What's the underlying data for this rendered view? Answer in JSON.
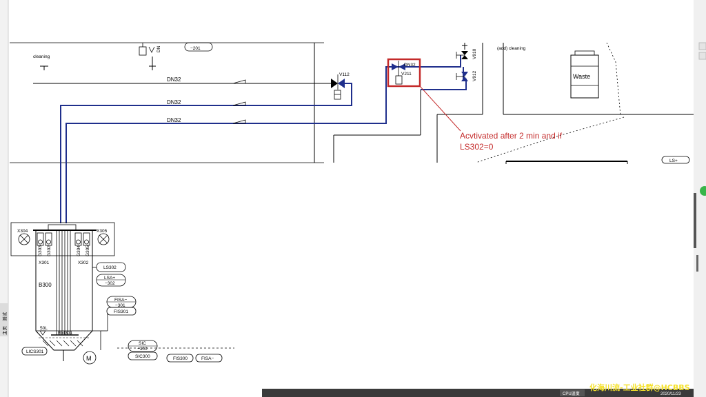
{
  "pipes": {
    "dn_top": "DN32",
    "dn_mid": "DN32",
    "dn_bot": "DN32",
    "dn_right": "DN32"
  },
  "valves": {
    "v112": "V112",
    "v211": "V211",
    "v910": "V910",
    "v912": "V912",
    "dn_small": "DN"
  },
  "labels": {
    "cleaning_left": "cleaning",
    "add_cleaning": "(add) cleaning",
    "waste": "Waste",
    "tag_201": "−201",
    "lsplus_right": "LS+"
  },
  "annotation": {
    "line1": "Acvtivated after 2 min and if",
    "line2": "LS302=0"
  },
  "tank": {
    "x304": "X304",
    "x305": "X305",
    "x301": "X301",
    "x302": "X302",
    "g303": "G303",
    "g302": "G302",
    "g304": "G304",
    "g305": "G305",
    "b300": "B300",
    "level": "50L",
    "rm301": "RM301",
    "motor": "M",
    "licsd01": "LICS301"
  },
  "instruments": {
    "ls302": "LS302",
    "lsa_top": "LSA+",
    "lsa_bot": "−302",
    "fisa_top": "FISA−",
    "fisa_bot": "−301",
    "fis301": "FIS301",
    "sic_top": "SIC",
    "sic_bot": "−300",
    "sic300": "SIC300",
    "fis300": "FIS300",
    "fisa2": "FISA−"
  },
  "sidebar": {
    "tab_main": "主页",
    "tab_test": "测试"
  },
  "taskbar": {
    "cpu": "CPU温度",
    "date": "2020/11/23"
  },
  "watermark": "化海川流-工业社群@HCBBS",
  "colors": {
    "pipe_blue": "#1f2f8c",
    "highlight_red": "#c42a2a",
    "watermark_yellow": "#f5e12a"
  }
}
